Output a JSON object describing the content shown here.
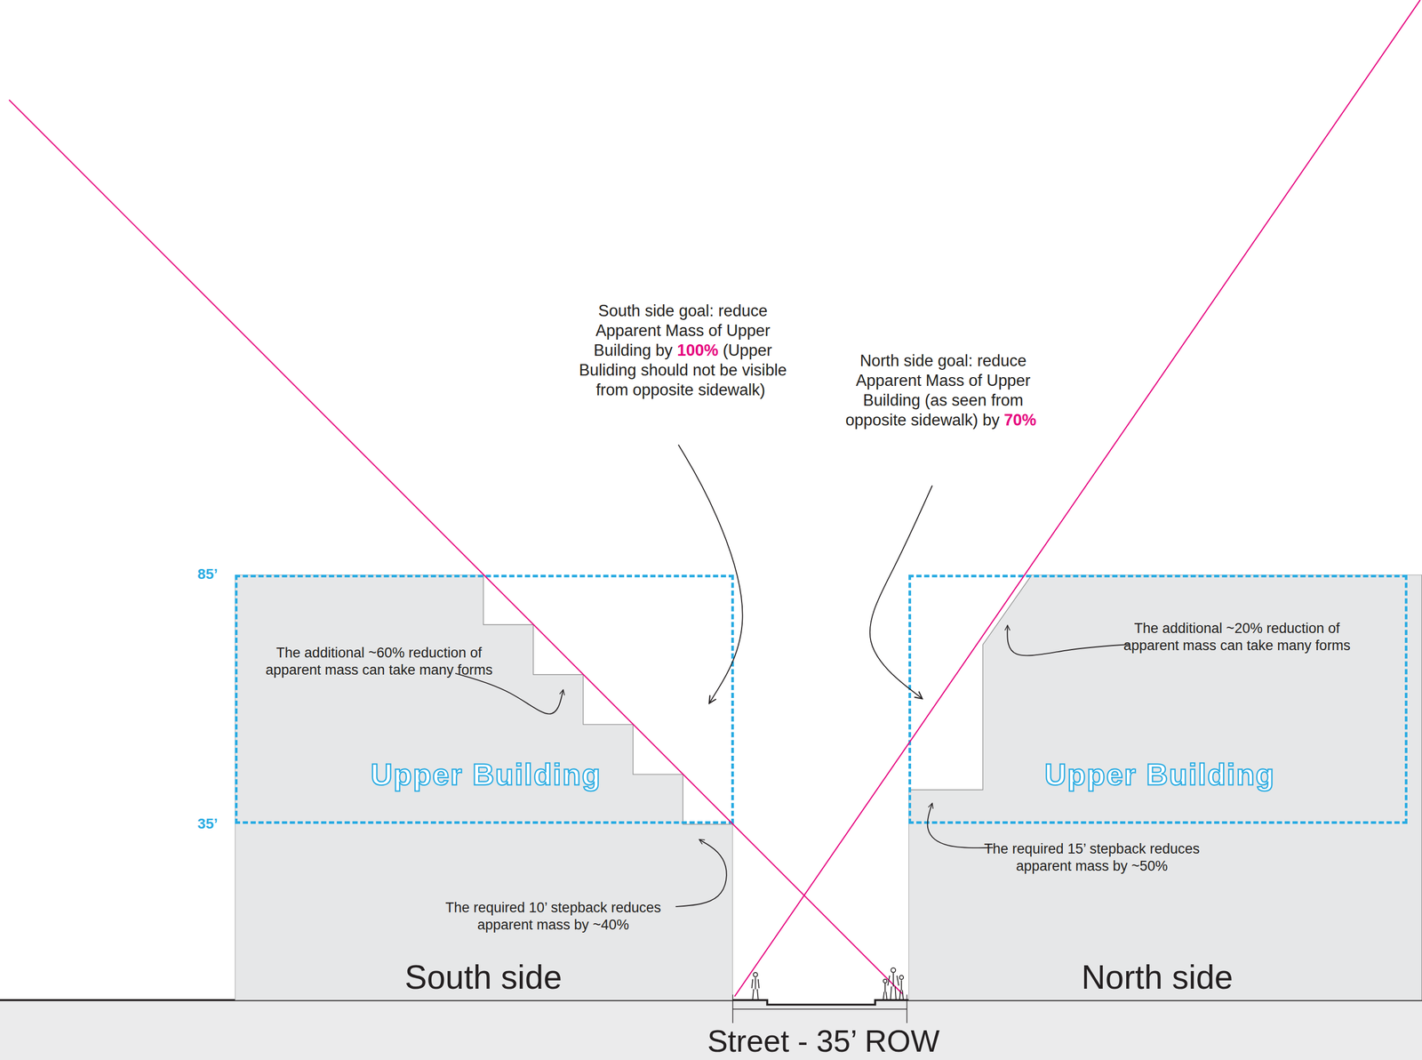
{
  "diagram": {
    "nodes": [
      {
        "text": [
          "South side"
        ]
      },
      {
        "text": [
          "Upper Building"
        ],
        "in": 0
      },
      {
        "text": [
          "North side"
        ]
      },
      {
        "text": [
          "Upper Building"
        ],
        "in": 2
      }
    ],
    "labels": [
      "South side goal: reduce Apparent Mass of Upper Building by",
      "100%",
      "(Upper Buliding should not be visible from opposite sidewalk)",
      "North side goal: reduce Apparent Mass of Upper Building (as seen from opposite sidewalk) by",
      "70%",
      "The additional ~60% reduction of apparent mass can take many forms",
      "The required 10’ stepback reduces apparent mass by ~40%",
      "The additional ~20% reduction of apparent mass can take many forms",
      "The required 15’ stepback reduces apparent mass by ~50%",
      "85’",
      "35’",
      "Street - 35’ ROW"
    ]
  }
}
